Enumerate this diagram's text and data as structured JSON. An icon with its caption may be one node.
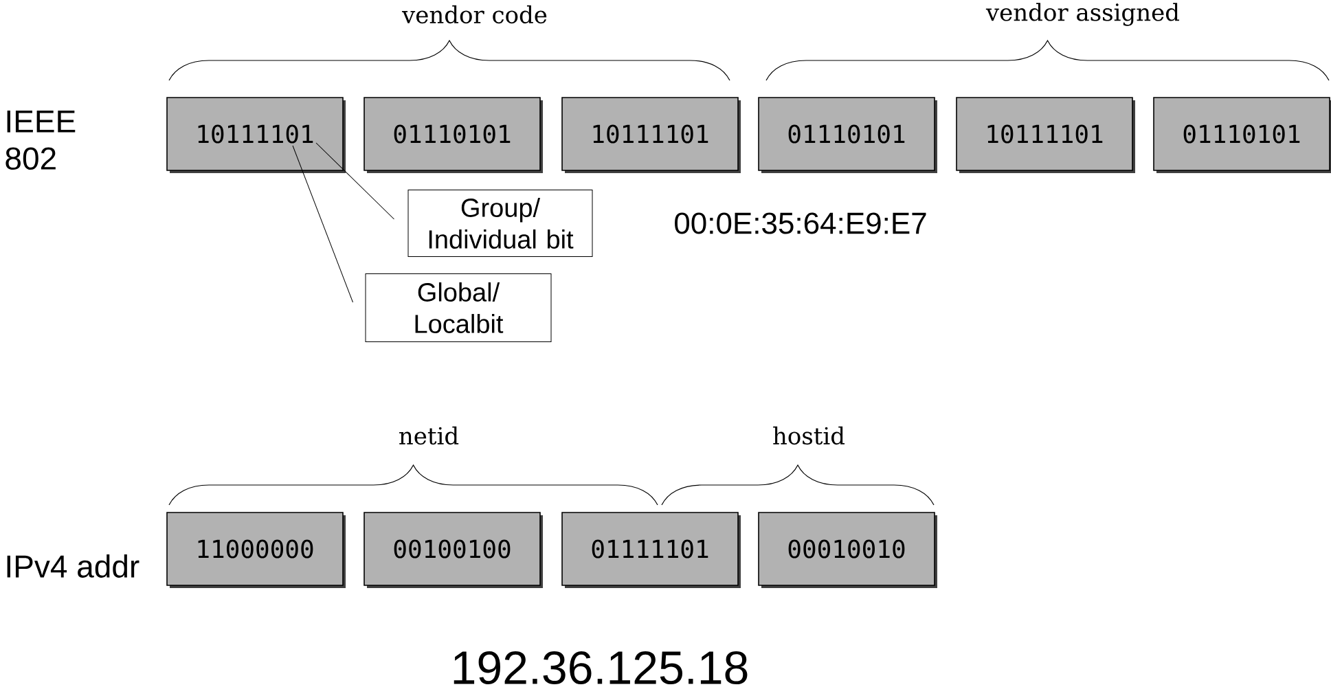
{
  "diagram": {
    "nodes": [
      {
        "text": [
          "10111101"
        ]
      },
      {
        "text": [
          "01110101"
        ]
      },
      {
        "text": [
          "10111101"
        ]
      },
      {
        "text": [
          "01110101"
        ]
      },
      {
        "text": [
          "10111101"
        ]
      },
      {
        "text": [
          "01110101"
        ]
      },
      {
        "text": [
          "Group/ Individual bit"
        ]
      },
      {
        "text": [
          "Global/ Localbit"
        ]
      },
      {
        "text": [
          "11000000"
        ]
      },
      {
        "text": [
          "00100100"
        ]
      },
      {
        "text": [
          "01111101"
        ]
      },
      {
        "text": [
          "00010010"
        ]
      }
    ],
    "edges": [
      {
        "from": 6,
        "to": 0,
        "arrow": "none"
      },
      {
        "from": 7,
        "to": 0,
        "arrow": "none"
      }
    ],
    "labels": [
      "vendor code",
      "vendor assigned",
      "IEEE 802",
      "00:0E:35:64:E9:E7",
      "netid",
      "hostid",
      "IPv4 addr",
      "192.36.125.18"
    ]
  }
}
